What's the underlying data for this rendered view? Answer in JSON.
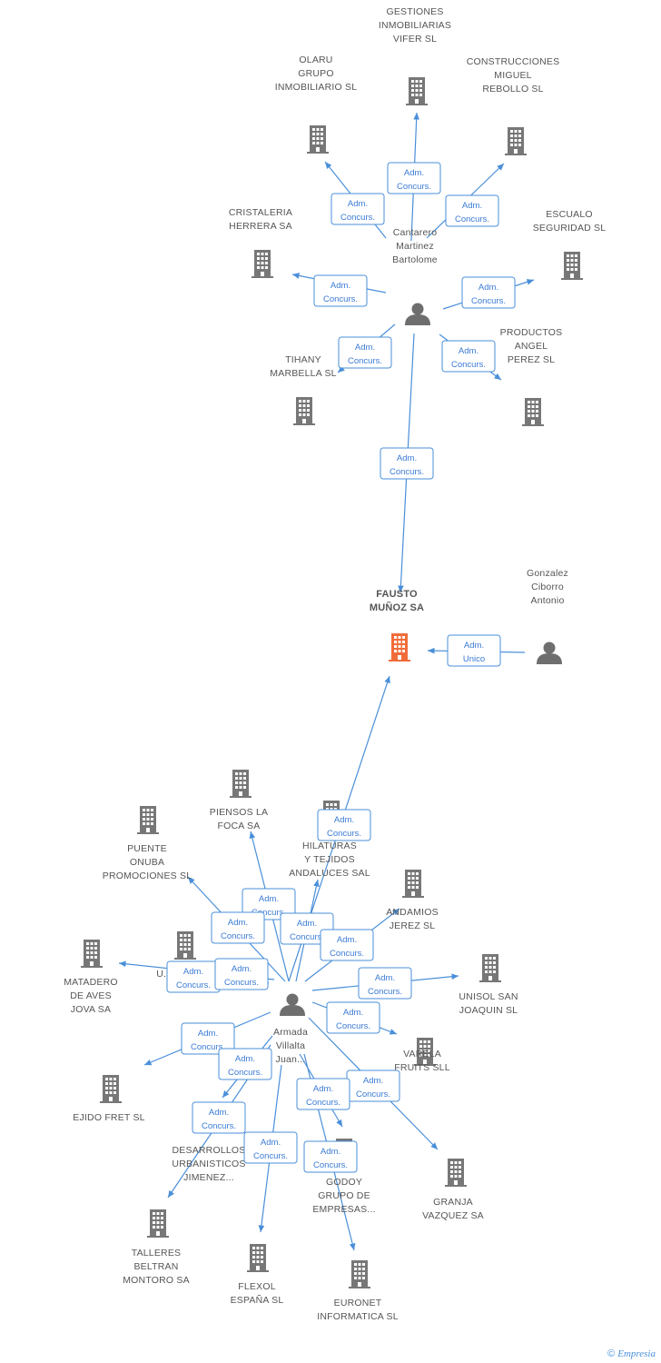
{
  "colors": {
    "edge": "#4a8fd9",
    "company": "#777777",
    "main_company": "#f26c3a",
    "person": "#6e6e6e",
    "label": "#555555"
  },
  "center": {
    "name": "FAUSTO\nMUÑOZ SA",
    "icon": "building-icon"
  },
  "persons": [
    {
      "id": "p1",
      "name": "Cantarero\nMartinez\nBartolome",
      "icon": "person-icon"
    },
    {
      "id": "p2",
      "name": "Gonzalez\nCiborro\nAntonio",
      "icon": "person-icon"
    },
    {
      "id": "p3",
      "name": "Armada\nVillalta\nJuan...",
      "icon": "person-icon"
    }
  ],
  "companies": [
    {
      "id": "c1",
      "name": "GESTIONES\nINMOBILIARIAS\nVIFER SL"
    },
    {
      "id": "c2",
      "name": "OLARU\nGRUPO\nINMOBILIARIO SL"
    },
    {
      "id": "c3",
      "name": "CONSTRUCCIONES\nMIGUEL\nREBOLLO SL"
    },
    {
      "id": "c4",
      "name": "CRISTALERIA\nHERRERA SA"
    },
    {
      "id": "c5",
      "name": "ESCUALO\nSEGURIDAD SL"
    },
    {
      "id": "c6",
      "name": "TIHANY\nMARBELLA SL"
    },
    {
      "id": "c7",
      "name": "PRODUCTOS\nANGEL\nPEREZ SL"
    },
    {
      "id": "c8",
      "name": "PIENSOS LA\nFOCA SA"
    },
    {
      "id": "c9",
      "name": "PUENTE\nONUBA\nPROMOCIONES SL"
    },
    {
      "id": "c10",
      "name": "HILATURAS\nY TEJIDOS\nANDALUCES SAL"
    },
    {
      "id": "c11",
      "name": "ANDAMIOS\nJEREZ SL"
    },
    {
      "id": "c12",
      "name": "MATADERO\nDE AVES\nJOVA SA"
    },
    {
      "id": "c13",
      "name": "U.E..."
    },
    {
      "id": "c14",
      "name": "UNISOL SAN\nJOAQUIN SL"
    },
    {
      "id": "c15",
      "name": "EJIDO FRET SL"
    },
    {
      "id": "c16",
      "name": "VARELA\nFRUITS SLL"
    },
    {
      "id": "c17",
      "name": "DESARROLLOS\nURBANISTICOS\nJIMENEZ..."
    },
    {
      "id": "c18",
      "name": "GODOY\nGRUPO DE\nEMPRESAS..."
    },
    {
      "id": "c19",
      "name": "GRANJA\nVAZQUEZ SA"
    },
    {
      "id": "c20",
      "name": "TALLERES\nBELTRAN\nMONTORO SA"
    },
    {
      "id": "c21",
      "name": "FLEXOL\nESPAÑA SL"
    },
    {
      "id": "c22",
      "name": "EURONET\nINFORMATICA SL"
    }
  ],
  "relations": [
    {
      "from": "p1",
      "to": "c1",
      "label": "Adm.\nConcurs."
    },
    {
      "from": "p1",
      "to": "c2",
      "label": "Adm.\nConcurs."
    },
    {
      "from": "p1",
      "to": "c3",
      "label": "Adm.\nConcurs."
    },
    {
      "from": "p1",
      "to": "c4",
      "label": "Adm.\nConcurs."
    },
    {
      "from": "p1",
      "to": "c5",
      "label": "Adm.\nConcurs."
    },
    {
      "from": "p1",
      "to": "c6",
      "label": "Adm.\nConcurs."
    },
    {
      "from": "p1",
      "to": "c7",
      "label": "Adm.\nConcurs."
    },
    {
      "from": "p1",
      "to": "center",
      "label": "Adm.\nConcurs."
    },
    {
      "from": "p2",
      "to": "center",
      "label": "Adm.\nUnico"
    },
    {
      "from": "p3",
      "to": "center",
      "label": "Adm.\nConcurs."
    },
    {
      "from": "p3",
      "to": "c8",
      "label": "Adm.\nConcurs."
    },
    {
      "from": "p3",
      "to": "c9",
      "label": "Adm.\nConcurs."
    },
    {
      "from": "p3",
      "to": "c10",
      "label": "Adm.\nConcurs."
    },
    {
      "from": "p3",
      "to": "c11",
      "label": "Adm.\nConcurs."
    },
    {
      "from": "p3",
      "to": "c12",
      "label": "Adm.\nConcurs."
    },
    {
      "from": "p3",
      "to": "c13",
      "label": "Adm.\nConcurs."
    },
    {
      "from": "p3",
      "to": "c14",
      "label": "Adm.\nConcurs."
    },
    {
      "from": "p3",
      "to": "c15",
      "label": "Adm.\nConcurs."
    },
    {
      "from": "p3",
      "to": "c16",
      "label": "Adm.\nConcurs."
    },
    {
      "from": "p3",
      "to": "c17",
      "label": "Adm.\nConcurs."
    },
    {
      "from": "p3",
      "to": "c18",
      "label": "Adm.\nConcurs."
    },
    {
      "from": "p3",
      "to": "c19",
      "label": "Adm.\nConcurs."
    },
    {
      "from": "p3",
      "to": "c20",
      "label": "Adm.\nConcurs."
    },
    {
      "from": "p3",
      "to": "c21",
      "label": "Adm.\nConcurs."
    },
    {
      "from": "p3",
      "to": "c22",
      "label": "Adm.\nConcurs."
    }
  ],
  "footer": {
    "copyright": "©",
    "brand": "Empresia"
  }
}
